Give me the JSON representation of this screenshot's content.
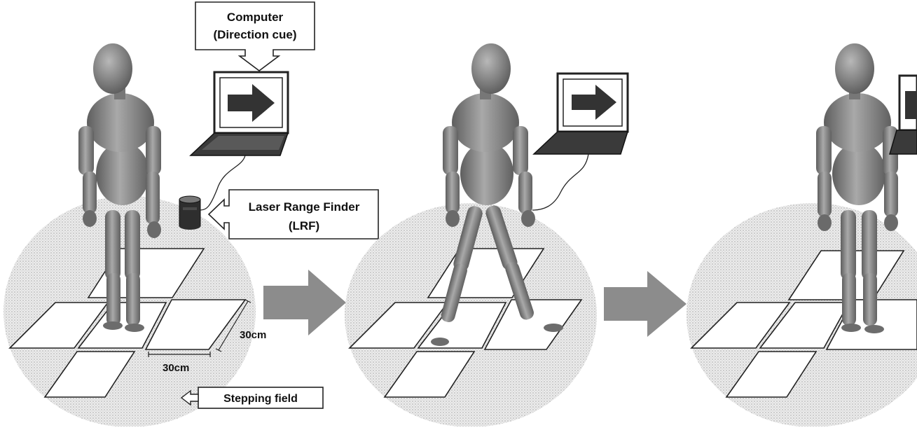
{
  "diagram": {
    "callouts": {
      "computer": {
        "line1": "Computer",
        "line2": "(Direction cue)"
      },
      "lrf": {
        "line1": "Laser Range Finder",
        "line2": "(LRF)"
      },
      "field": {
        "label": "Stepping field"
      }
    },
    "dimensions": {
      "vertical": "30cm",
      "horizontal": "30cm"
    },
    "panels": [
      {
        "pose": "standing",
        "cue": "right-arrow"
      },
      {
        "pose": "stepping-right",
        "cue": "right-arrow"
      },
      {
        "pose": "standing-on-right-tile",
        "cue": "arrow"
      }
    ],
    "icons": [
      "laptop-icon",
      "laser-range-finder-icon",
      "right-arrow-icon",
      "figure-icon"
    ],
    "colors": {
      "figure": "#8a8a8a",
      "field": "#dcdcdc",
      "arrow": "#8c8c8c",
      "screen_arrow": "#333333",
      "outline": "#222222"
    }
  }
}
